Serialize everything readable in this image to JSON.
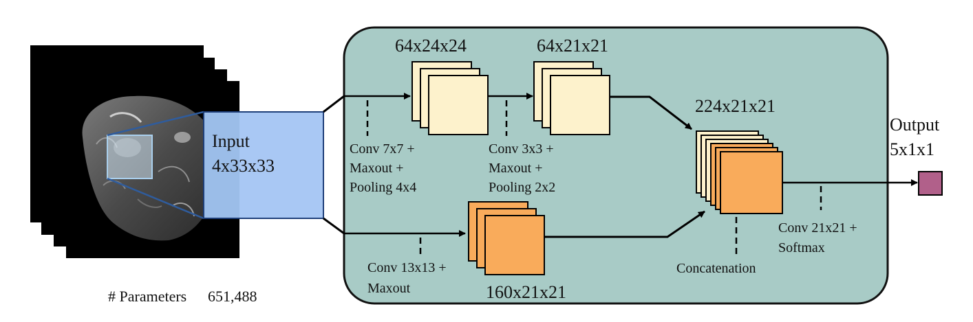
{
  "input": {
    "label_line1": "Input",
    "label_line2": "4x33x33"
  },
  "parameters": {
    "label": "# Parameters",
    "value": "651,488"
  },
  "upper_path": {
    "layer1": {
      "dims": "64x24x24",
      "op_line1": "Conv 7x7 +",
      "op_line2": "Maxout +",
      "op_line3": "Pooling 4x4"
    },
    "layer2": {
      "dims": "64x21x21",
      "op_line1": "Conv 3x3 +",
      "op_line2": "Maxout +",
      "op_line3": "Pooling 2x2"
    }
  },
  "lower_path": {
    "dims": "160x21x21",
    "op_line1": "Conv 13x13 +",
    "op_line2": "Maxout"
  },
  "concat": {
    "dims": "224x21x21",
    "label": "Concatenation"
  },
  "output": {
    "label_line1": "Output",
    "label_line2": "5x1x1",
    "op_line1": "Conv 21x21 +",
    "op_line2": "Softmax"
  },
  "colors": {
    "panel_fill": "#a8cbc6",
    "cream_feature": "#fdf2cc",
    "orange_feature": "#f9ab5b",
    "input_fill": "#a9c8f4",
    "output_fill": "#b1608a"
  }
}
